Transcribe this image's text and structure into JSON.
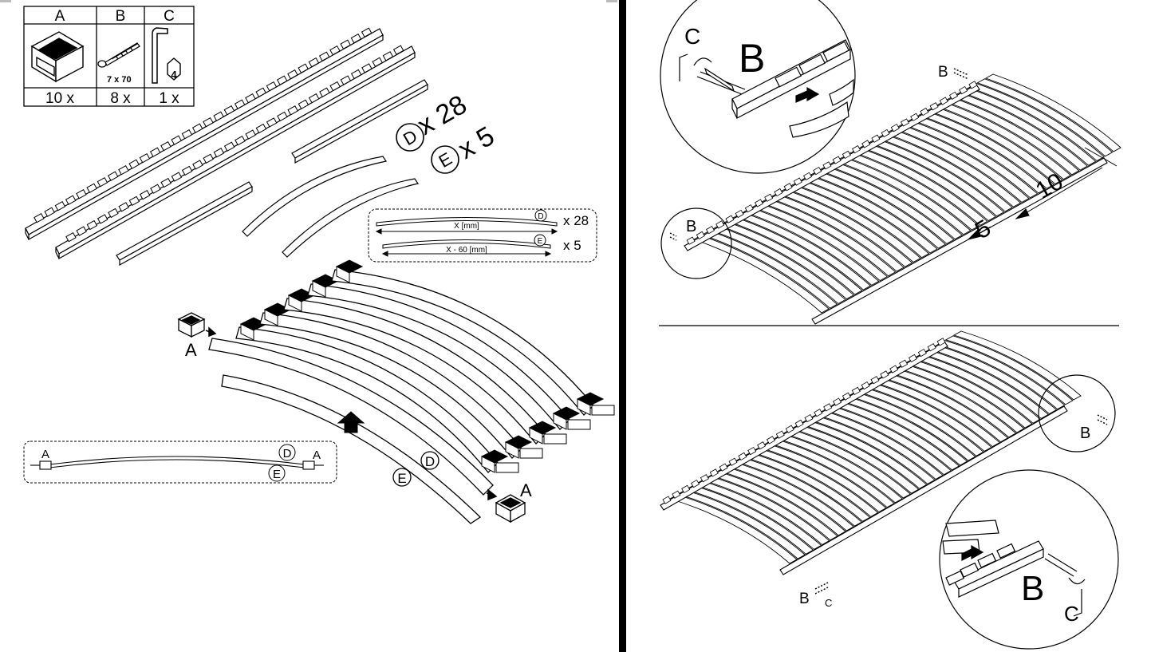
{
  "parts_table": {
    "headers": [
      "A",
      "B",
      "C"
    ],
    "quantities": [
      "10 x",
      "8 x",
      "1 x"
    ],
    "screw_size": "7 x 70",
    "hex_key_size": "4"
  },
  "slat_counts": {
    "d_letter": "D",
    "d_count": "x 28",
    "e_letter": "E",
    "e_count": "x 5"
  },
  "slat_legend": {
    "d_length": "X [mm]",
    "d_letter": "D",
    "d_count": "x 28",
    "e_length": "X - 60 [mm]",
    "e_letter": "E",
    "e_count": "x 5"
  },
  "assembly_labels": {
    "cap_left": "A",
    "cap_right": "A",
    "slat_d": "D",
    "slat_e": "E"
  },
  "detail_labels": {
    "cap_left": "A",
    "cap_right": "A",
    "slat_d": "D",
    "slat_e": "E"
  },
  "top_right": {
    "zoom_tool": "C",
    "zoom_screw": "B",
    "screw_top": "B",
    "screw_left": "B",
    "dim_large": "10",
    "dim_small": "5"
  },
  "bottom_right": {
    "screw_right": "B",
    "screw_bottom": "B",
    "tool_bottom": "C",
    "zoom_screw": "B",
    "zoom_tool": "C"
  },
  "colors": {
    "ink": "#000000",
    "slat_fill": "#ffffff",
    "divider": "#000000"
  }
}
